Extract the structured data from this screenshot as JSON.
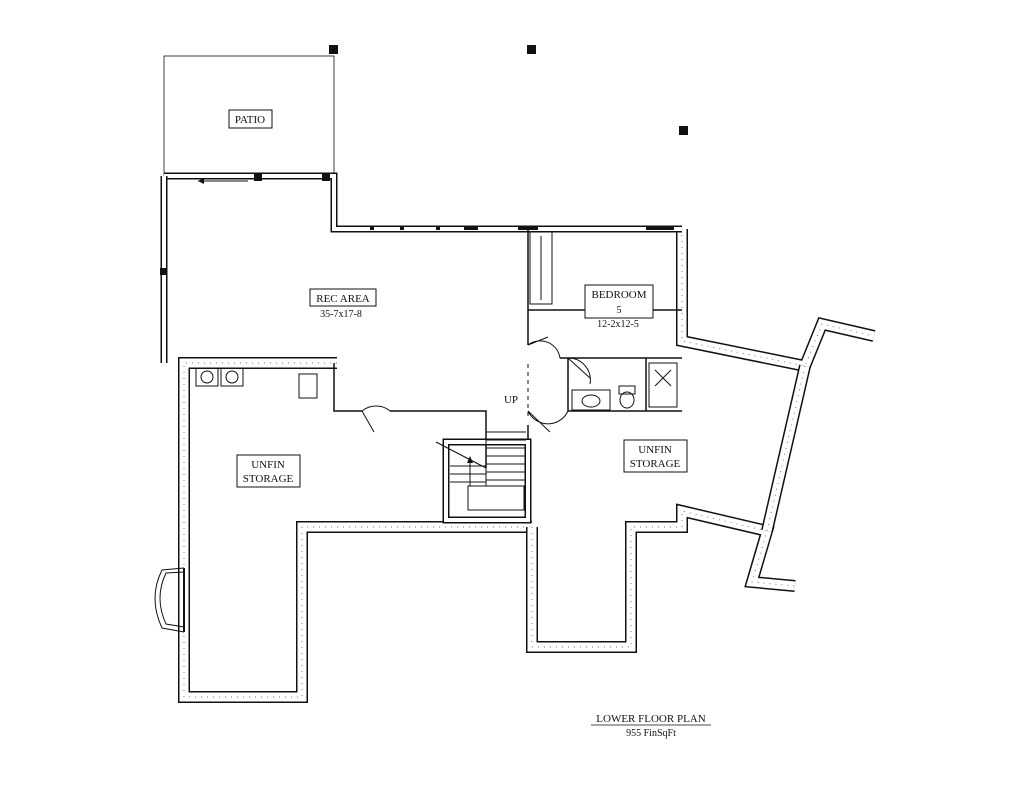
{
  "plan": {
    "title": "LOWER FLOOR PLAN",
    "subtitle": "955 FinSqFt"
  },
  "rooms": {
    "patio": "PATIO",
    "rec_area": "REC AREA",
    "rec_area_dims": "35-7x17-8",
    "bedroom": "BEDROOM",
    "bedroom_number": "5",
    "bedroom_dims": "12-2x12-5",
    "unfin_storage_left_1": "UNFIN",
    "unfin_storage_left_2": "STORAGE",
    "unfin_storage_right_1": "UNFIN",
    "unfin_storage_right_2": "STORAGE"
  },
  "stair": {
    "label": "UP"
  },
  "colors": {
    "ink": "#111111",
    "paper": "#ffffff",
    "foundation_hatch": "#777777"
  }
}
